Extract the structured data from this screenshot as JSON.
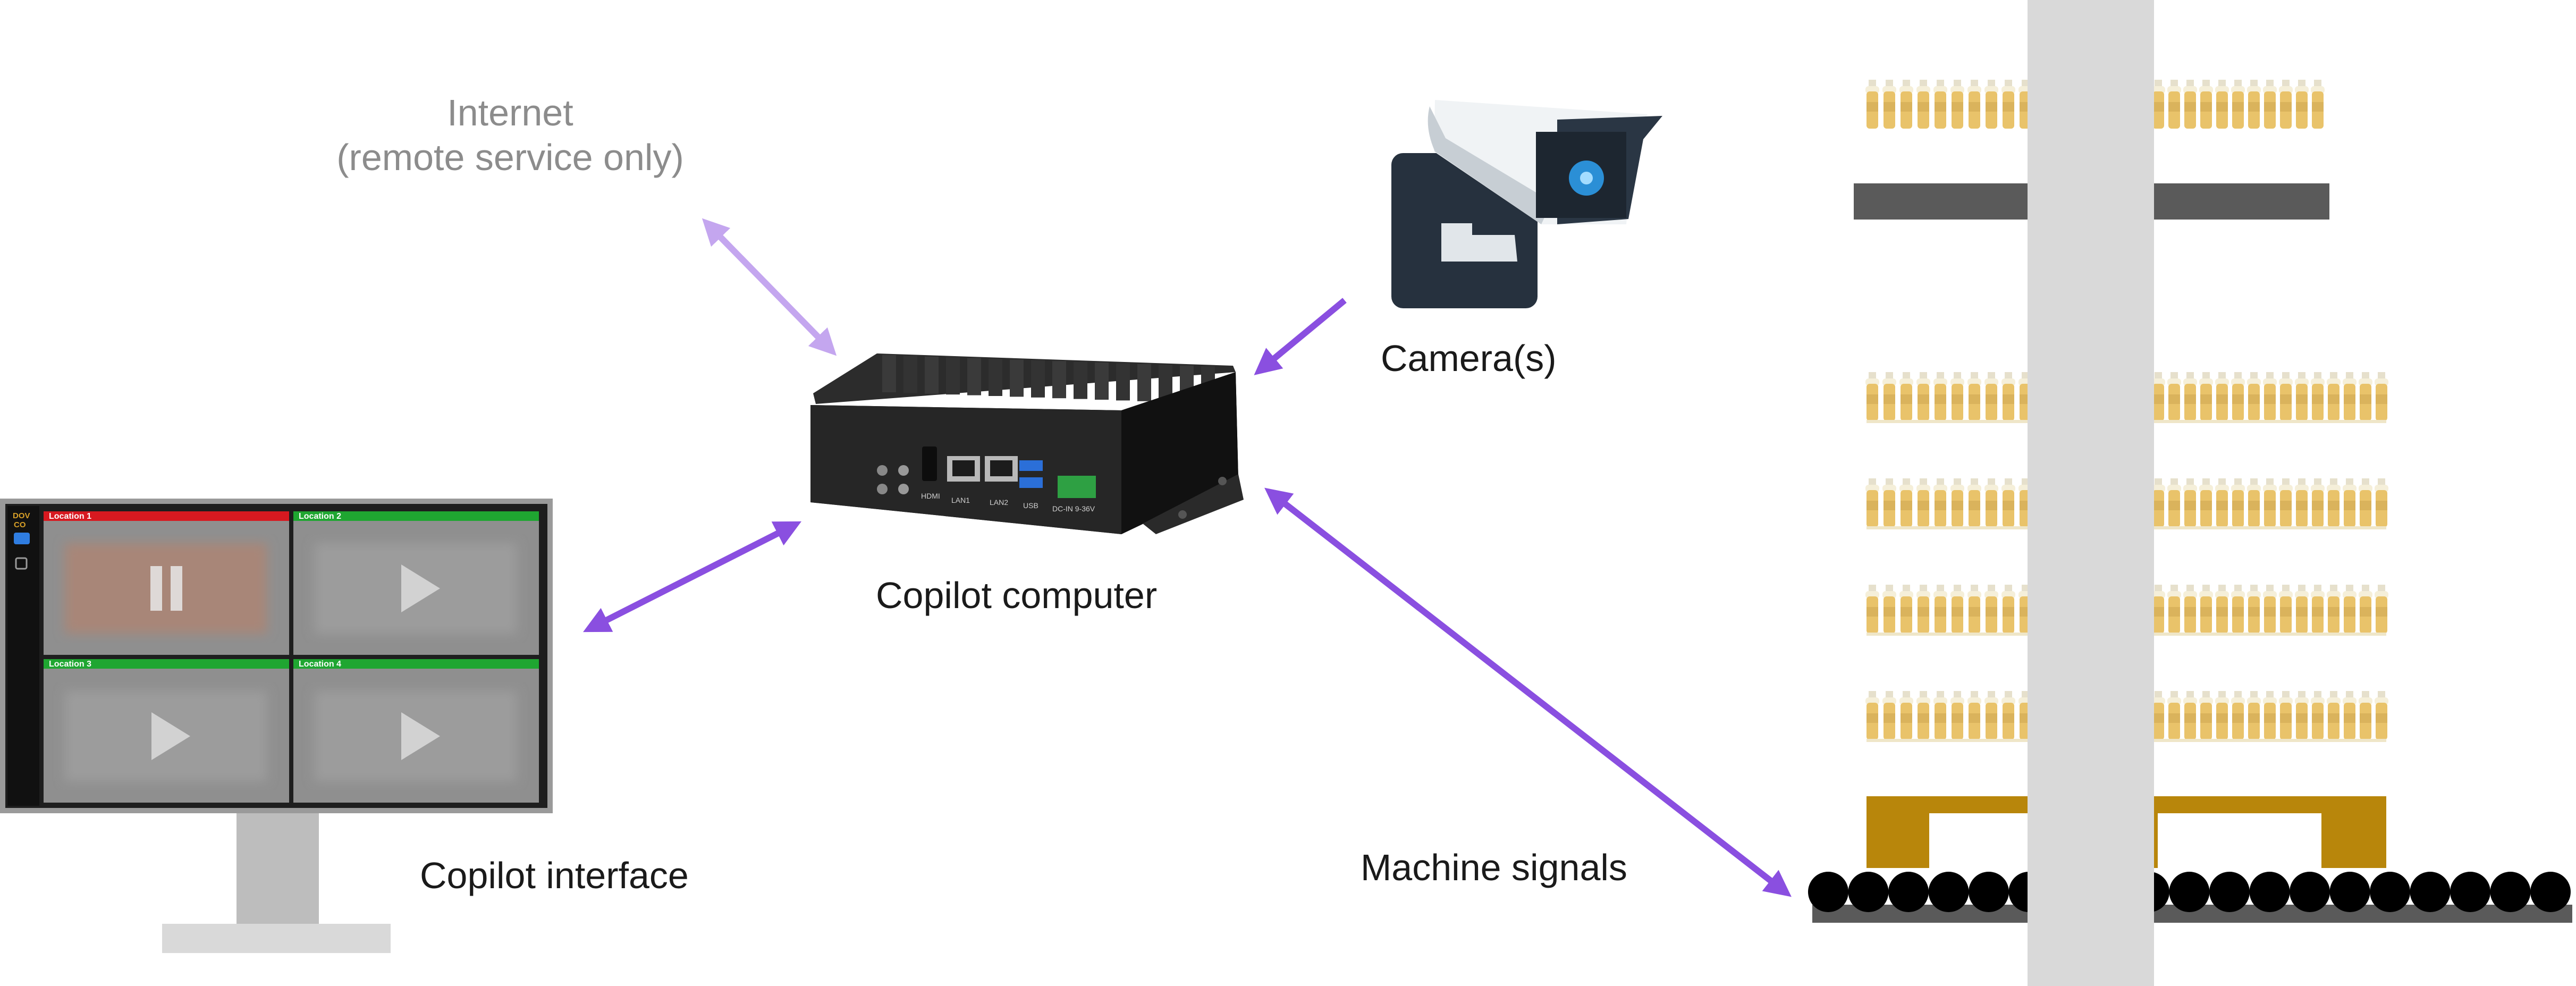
{
  "labels": {
    "internet_line1": "Internet",
    "internet_line2": "(remote service only)",
    "camera": "Camera(s)",
    "computer": "Copilot computer",
    "interface": "Copilot interface",
    "machine_signals": "Machine signals"
  },
  "monitor": {
    "brand_line1": "DOV",
    "brand_line2": "CO",
    "tiles": [
      {
        "label": "Location 1",
        "status_color": "#d71920",
        "icon": "pause-icon"
      },
      {
        "label": "Location 2",
        "status_color": "#1fa631",
        "icon": "play-icon"
      },
      {
        "label": "Location 3",
        "status_color": "#1fa631",
        "icon": "play-icon"
      },
      {
        "label": "Location 4",
        "status_color": "#1fa631",
        "icon": "play-icon"
      }
    ]
  },
  "computer_ports": {
    "hdmi": "HDMI",
    "lan1": "LAN1",
    "lan2": "LAN2",
    "usb": "USB",
    "dc_in": "DC-IN 9-36V"
  },
  "colors": {
    "arrow": "#8a4fe0",
    "arrow_light": "#c4a6ef",
    "bottle": "#e9c36a",
    "pallet": "#b8860b",
    "conveyor_roller": "#000000",
    "pillar": "#d9d9d9"
  }
}
